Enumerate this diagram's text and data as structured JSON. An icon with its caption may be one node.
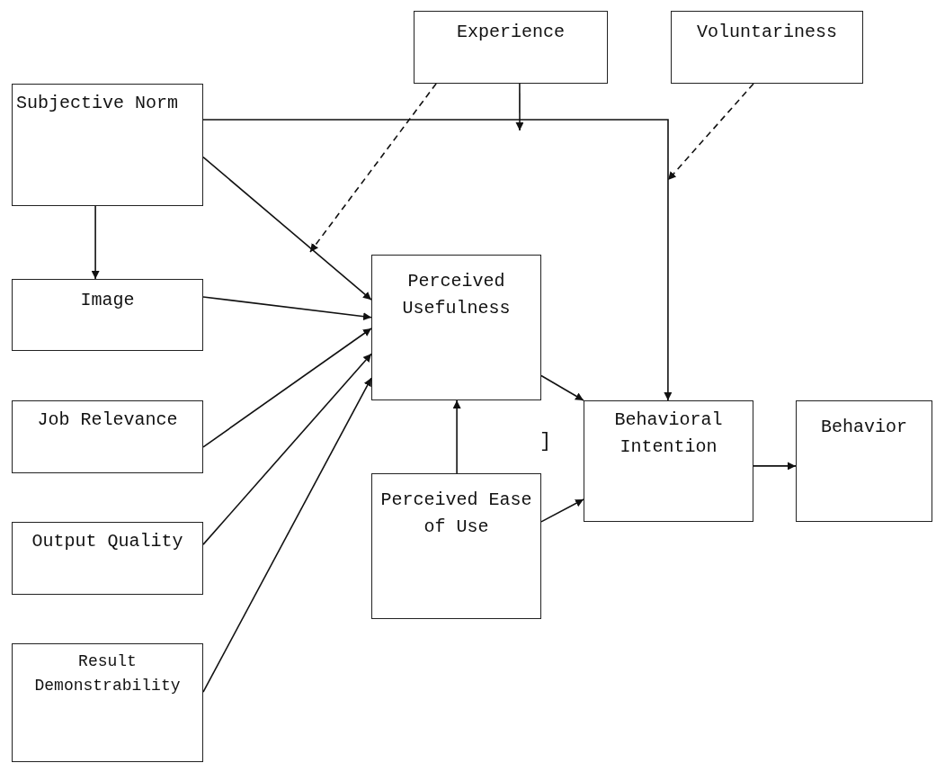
{
  "diagram": {
    "nodes": [
      {
        "text": [
          "Experience"
        ]
      },
      {
        "text": [
          "Voluntariness"
        ]
      },
      {
        "text": [
          "Subjective Norm"
        ]
      },
      {
        "text": [
          "Image"
        ]
      },
      {
        "text": [
          "Perceived Usefulness"
        ]
      },
      {
        "text": [
          "Job Relevance"
        ]
      },
      {
        "text": [
          "Behavioral Intention"
        ]
      },
      {
        "text": [
          "Behavior"
        ]
      },
      {
        "text": [
          "Output Quality"
        ]
      },
      {
        "text": [
          "Perceived Ease of Use"
        ]
      },
      {
        "text": [
          "Result Demonstrability"
        ]
      }
    ],
    "edges": [
      {
        "from": 2,
        "to": 6,
        "arrow": "to"
      },
      {
        "from": 0,
        "to": null,
        "arrow": "to"
      },
      {
        "from": 0,
        "to": null,
        "arrow": "to",
        "style": "dashed"
      },
      {
        "from": 1,
        "to": null,
        "arrow": "to",
        "style": "dashed"
      },
      {
        "from": 2,
        "to": 4,
        "arrow": "to"
      },
      {
        "from": 2,
        "to": 3,
        "arrow": "to"
      },
      {
        "from": 3,
        "to": 4,
        "arrow": "to"
      },
      {
        "from": 5,
        "to": 4,
        "arrow": "to"
      },
      {
        "from": 8,
        "to": 4,
        "arrow": "to"
      },
      {
        "from": 10,
        "to": 4,
        "arrow": "to"
      },
      {
        "from": 4,
        "to": 6,
        "arrow": "to"
      },
      {
        "from": 9,
        "to": 4,
        "arrow": "to"
      },
      {
        "from": 9,
        "to": 6,
        "arrow": "to"
      },
      {
        "from": 6,
        "to": 7,
        "arrow": "to"
      }
    ],
    "labels": [
      "]"
    ]
  }
}
